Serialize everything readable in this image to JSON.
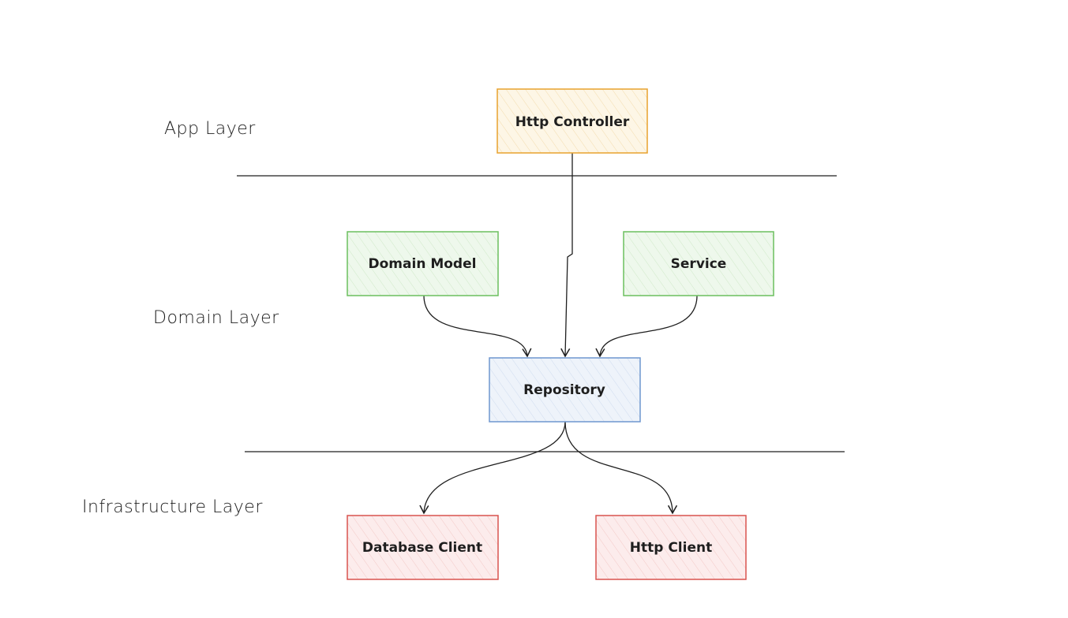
{
  "layers": {
    "app": "App Layer",
    "domain": "Domain Layer",
    "infrastructure": "Infrastructure Layer"
  },
  "nodes": {
    "http_controller": {
      "label": "Http Controller",
      "stroke": "#e8a22e",
      "fill": "#fdf6e6"
    },
    "domain_model": {
      "label": "Domain Model",
      "stroke": "#6cbf5f",
      "fill": "#eef8ec"
    },
    "service": {
      "label": "Service",
      "stroke": "#6cbf5f",
      "fill": "#eef8ec"
    },
    "repository": {
      "label": "Repository",
      "stroke": "#6f97cf",
      "fill": "#eef3fa"
    },
    "database_client": {
      "label": "Database Client",
      "stroke": "#d9534f",
      "fill": "#fcecec"
    },
    "http_client": {
      "label": "Http Client",
      "stroke": "#d9534f",
      "fill": "#fcecec"
    }
  },
  "edges": [
    {
      "from": "Http Controller",
      "to": "Repository"
    },
    {
      "from": "Domain Model",
      "to": "Repository"
    },
    {
      "from": "Service",
      "to": "Repository"
    },
    {
      "from": "Repository",
      "to": "Database Client"
    },
    {
      "from": "Repository",
      "to": "Http Client"
    }
  ]
}
